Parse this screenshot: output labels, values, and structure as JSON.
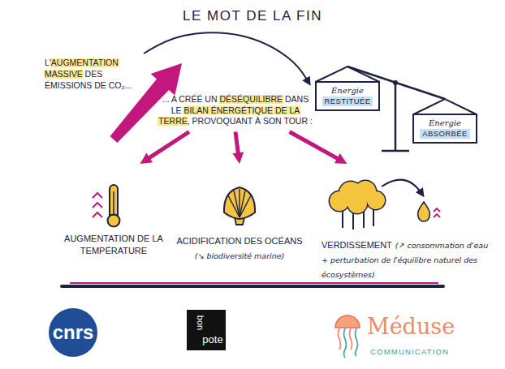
{
  "diagram": {
    "title": "LE MOT DE LA FIN",
    "nodes": [
      {
        "text": [
          "L'AUGMENTATION MASSIVE DES ÉMISSIONS DE CO₂..."
        ]
      },
      {
        "text": [
          "... A CRÉÉ UN DÉSÉQUILIBRE DANS LE BILAN ÉNERGÉTIQUE DE LA TERRE, PROVOQUANT À SON TOUR :"
        ]
      },
      {
        "text": [
          "Énergie",
          "RESTITUÉE"
        ]
      },
      {
        "text": [
          "Énergie",
          "ABSORBÉE"
        ]
      },
      {
        "text": [
          "AUGMENTATION DE LA TEMPÉRATURE"
        ]
      },
      {
        "text": [
          "ACIDIFICATION DES OCÉANS",
          "(↘ biodiversité marine)"
        ]
      },
      {
        "text": [
          "VERDISSEMENT",
          "(↗ consommation d'eau + perturbation de l'équilibre naturel des écosystèmes)"
        ]
      }
    ],
    "edges": [
      {
        "from": 0,
        "to": 2,
        "arrow": "to"
      },
      {
        "from": 1,
        "to": 4,
        "arrow": "to"
      },
      {
        "from": 1,
        "to": 5,
        "arrow": "to"
      },
      {
        "from": 1,
        "to": 6,
        "arrow": "to"
      }
    ],
    "labels": [
      "cnrs",
      "bon",
      "pote",
      "Méduse",
      "COMMUNICATION"
    ]
  }
}
